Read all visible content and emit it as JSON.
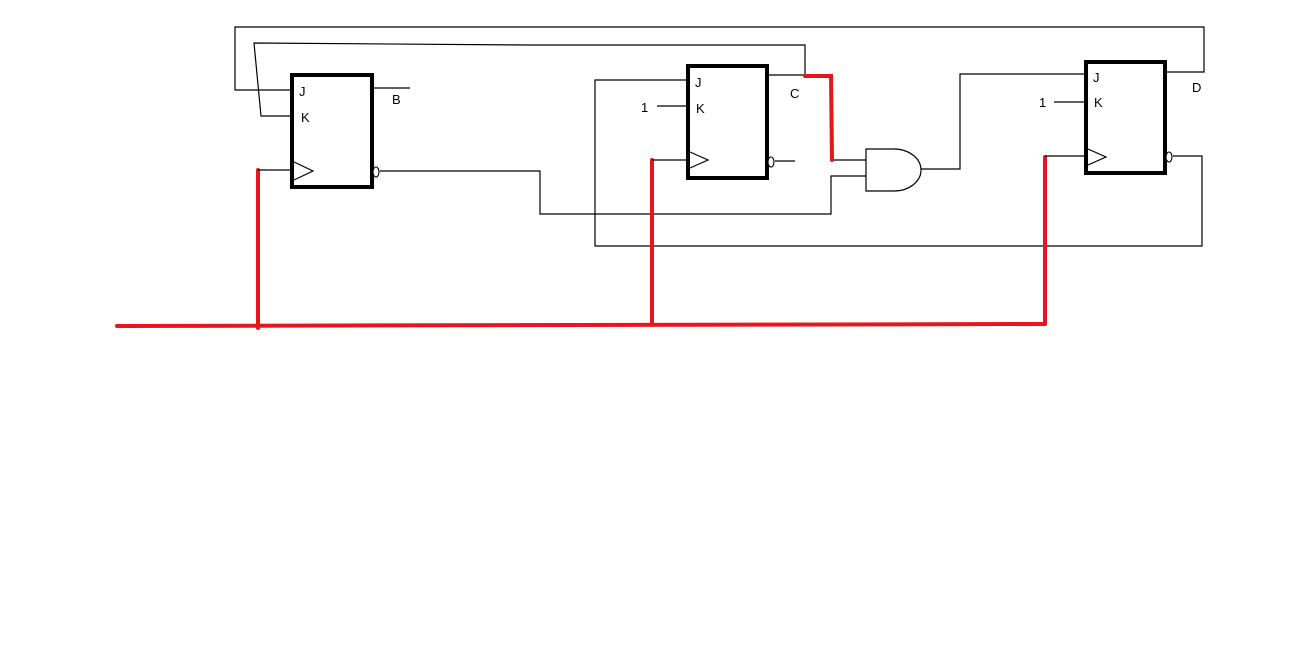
{
  "diagram": {
    "pin_labels": {
      "j": "J",
      "k": "K",
      "constant_one": "1"
    },
    "outputs": {
      "ff1": "B",
      "ff2": "C",
      "ff3": "D"
    },
    "colors": {
      "wire": "#000000",
      "clock_line": "#e8161c",
      "background": "#ffffff"
    }
  }
}
